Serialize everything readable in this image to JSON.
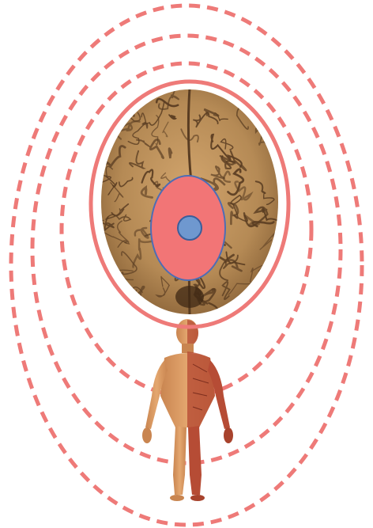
{
  "diagram": {
    "rings": [
      {
        "role": "outer-boundary",
        "style": "dashed"
      },
      {
        "role": "middle-boundary",
        "style": "dashed"
      },
      {
        "role": "inner-boundary",
        "style": "dashed"
      },
      {
        "role": "brain-boundary",
        "style": "solid"
      }
    ],
    "colors": {
      "ring": "#ee7a78",
      "core_fill": "#f27576",
      "core_stroke": "#4d6db5",
      "center_fill": "#6f98cf",
      "center_stroke": "#3b5e9a",
      "brain_base": "#b58a55",
      "brain_fold": "#5a3d22",
      "skin": "#d8955f",
      "muscle": "#b64c35",
      "background": "#ffffff"
    },
    "icons": {
      "brain": "brain-illustration",
      "body": "human-anatomy-figure"
    }
  }
}
